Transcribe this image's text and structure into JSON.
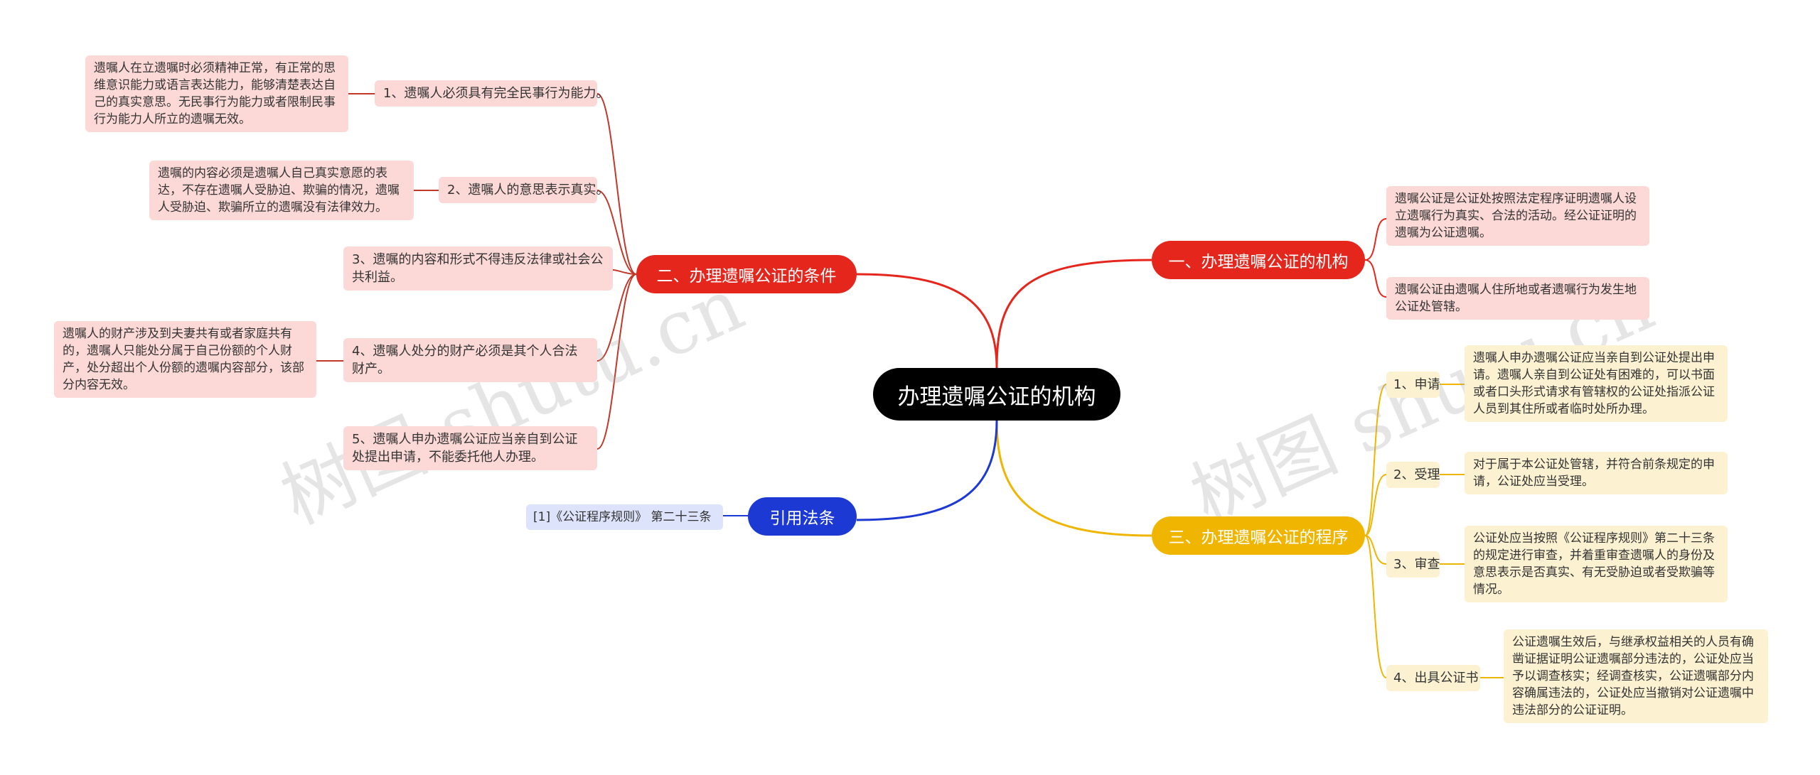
{
  "root": "办理遗嘱公证的机构",
  "watermark": "树图 shutu.cn",
  "branches": {
    "agency": {
      "label": "一、办理遗嘱公证的机构",
      "items": [
        "遗嘱公证是公证处按照法定程序证明遗嘱人设立遗嘱行为真实、合法的活动。经公证证明的遗嘱为公证遗嘱。",
        "遗嘱公证由遗嘱人住所地或者遗嘱行为发生地公证处管辖。"
      ]
    },
    "conditions": {
      "label": "二、办理遗嘱公证的条件",
      "items": [
        {
          "title": "1、遗嘱人必须具有完全民事行为能力。",
          "detail": "遗嘱人在立遗嘱时必须精神正常，有正常的思维意识能力或语言表达能力，能够清楚表达自己的真实意思。无民事行为能力或者限制民事行为能力人所立的遗嘱无效。"
        },
        {
          "title": "2、遗嘱人的意思表示真实。",
          "detail": "遗嘱的内容必须是遗嘱人自己真实意愿的表达，不存在遗嘱人受胁迫、欺骗的情况，遗嘱人受胁迫、欺骗所立的遗嘱没有法律效力。"
        },
        {
          "title": "3、遗嘱的内容和形式不得违反法律或社会公共利益。"
        },
        {
          "title": "4、遗嘱人处分的财产必须是其个人合法财产。",
          "detail": "遗嘱人的财产涉及到夫妻共有或者家庭共有的，遗嘱人只能处分属于自己份额的个人财产，处分超出个人份额的遗嘱内容部分，该部分内容无效。"
        },
        {
          "title": "5、遗嘱人申办遗嘱公证应当亲自到公证处提出申请，不能委托他人办理。"
        }
      ]
    },
    "procedure": {
      "label": "三、办理遗嘱公证的程序",
      "items": [
        {
          "title": "1、申请",
          "detail": "遗嘱人申办遗嘱公证应当亲自到公证处提出申请。遗嘱人亲自到公证处有困难的，可以书面或者口头形式请求有管辖权的公证处指派公证人员到其住所或者临时处所办理。"
        },
        {
          "title": "2、受理",
          "detail": "对于属于本公证处管辖，并符合前条规定的申请，公证处应当受理。"
        },
        {
          "title": "3、审查",
          "detail": "公证处应当按照《公证程序规则》第二十三条的规定进行审查，并着重审查遗嘱人的身份及意思表示是否真实、有无受胁迫或者受欺骗等情况。"
        },
        {
          "title": "4、出具公证书",
          "detail": "公证遗嘱生效后，与继承权益相关的人员有确凿证据证明公证遗嘱部分违法的，公证处应当予以调查核实；经调查核实，公证遗嘱部分内容确属违法的，公证处应当撤销对公证遗嘱中违法部分的公证证明。"
        }
      ]
    },
    "law": {
      "label": "引用法条",
      "items": [
        "[1]《公证程序规则》 第二十三条"
      ]
    }
  },
  "colors": {
    "root": "#000000",
    "red": "#e5261c",
    "blue": "#1c39d4",
    "yellow": "#f0b500",
    "pink_box": "#fcd9d7",
    "cream_box": "#fcf1d1",
    "lavender_box": "#dde3fb"
  }
}
